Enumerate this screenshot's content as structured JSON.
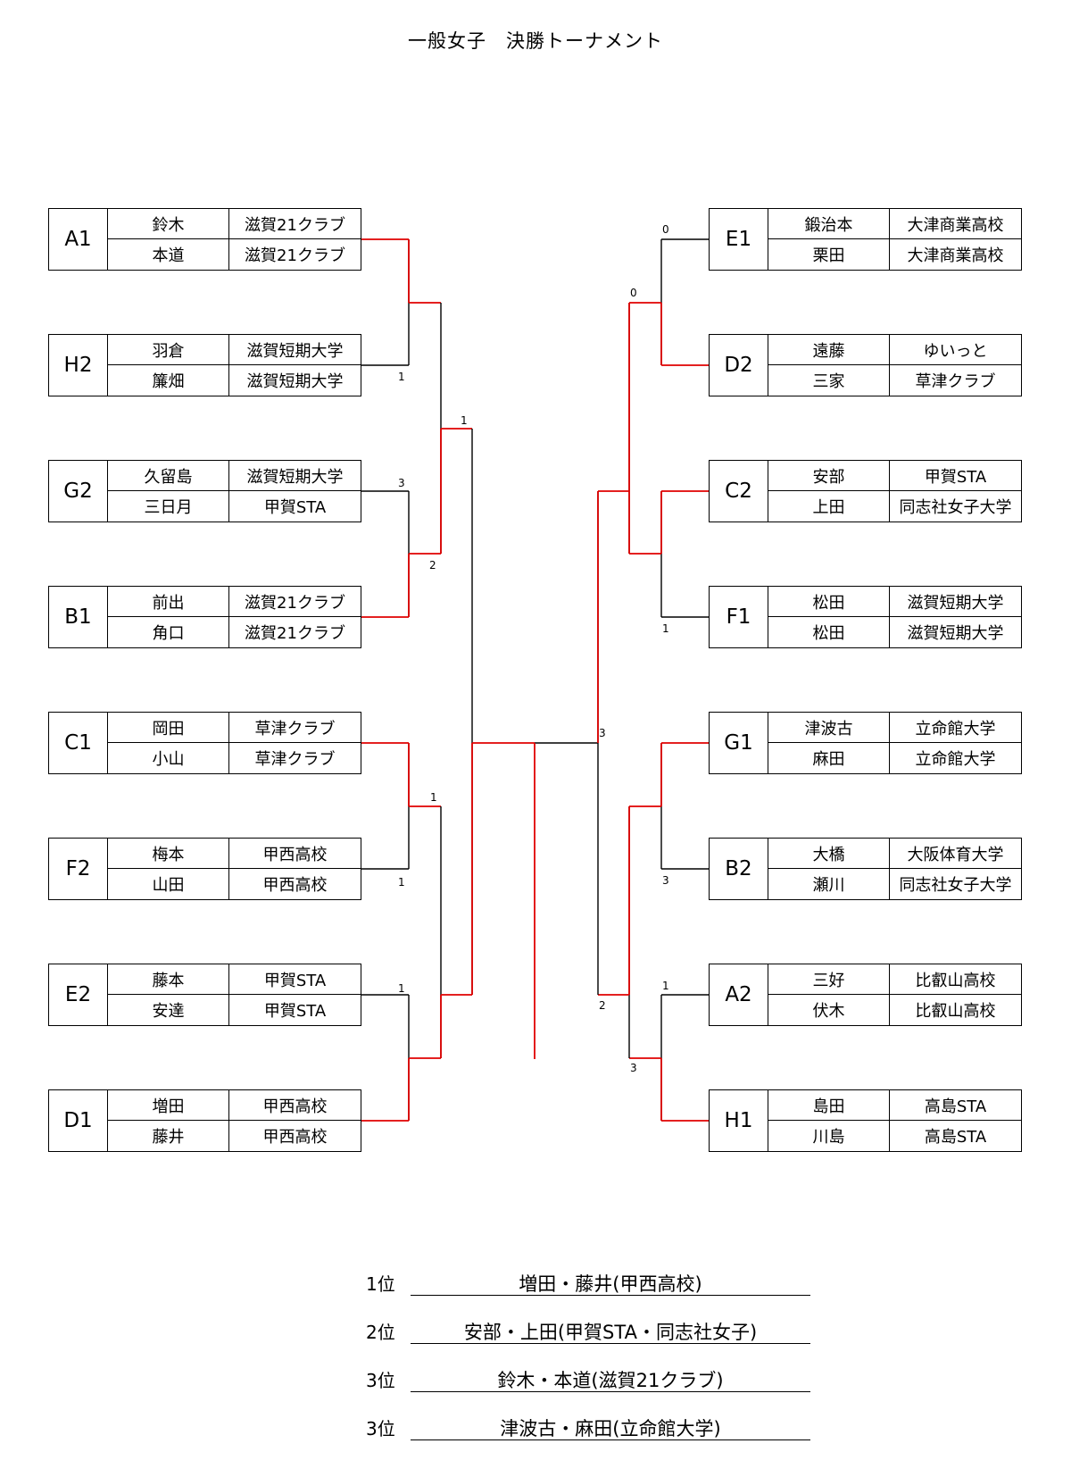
{
  "title": "一般女子　決勝トーナメント",
  "teams": {
    "A1": {
      "seed": "A1",
      "players": [
        "鈴木",
        "本道"
      ],
      "clubs": [
        "滋賀21クラブ",
        "滋賀21クラブ"
      ]
    },
    "H2": {
      "seed": "H2",
      "players": [
        "羽倉",
        "簾畑"
      ],
      "clubs": [
        "滋賀短期大学",
        "滋賀短期大学"
      ]
    },
    "G2": {
      "seed": "G2",
      "players": [
        "久留島",
        "三日月"
      ],
      "clubs": [
        "滋賀短期大学",
        "甲賀STA"
      ]
    },
    "B1": {
      "seed": "B1",
      "players": [
        "前出",
        "角口"
      ],
      "clubs": [
        "滋賀21クラブ",
        "滋賀21クラブ"
      ]
    },
    "C1": {
      "seed": "C1",
      "players": [
        "岡田",
        "小山"
      ],
      "clubs": [
        "草津クラブ",
        "草津クラブ"
      ]
    },
    "F2": {
      "seed": "F2",
      "players": [
        "梅本",
        "山田"
      ],
      "clubs": [
        "甲西高校",
        "甲西高校"
      ]
    },
    "E2": {
      "seed": "E2",
      "players": [
        "藤本",
        "安達"
      ],
      "clubs": [
        "甲賀STA",
        "甲賀STA"
      ]
    },
    "D1": {
      "seed": "D1",
      "players": [
        "増田",
        "藤井"
      ],
      "clubs": [
        "甲西高校",
        "甲西高校"
      ]
    },
    "E1": {
      "seed": "E1",
      "players": [
        "鍛治本",
        "栗田"
      ],
      "clubs": [
        "大津商業高校",
        "大津商業高校"
      ]
    },
    "D2": {
      "seed": "D2",
      "players": [
        "遠藤",
        "三家"
      ],
      "clubs": [
        "ゆいっと",
        "草津クラブ"
      ]
    },
    "C2": {
      "seed": "C2",
      "players": [
        "安部",
        "上田"
      ],
      "clubs": [
        "甲賀STA",
        "同志社女子大学"
      ]
    },
    "F1": {
      "seed": "F1",
      "players": [
        "松田",
        "松田"
      ],
      "clubs": [
        "滋賀短期大学",
        "滋賀短期大学"
      ]
    },
    "G1": {
      "seed": "G1",
      "players": [
        "津波古",
        "麻田"
      ],
      "clubs": [
        "立命館大学",
        "立命館大学"
      ]
    },
    "B2": {
      "seed": "B2",
      "players": [
        "大橋",
        "瀬川"
      ],
      "clubs": [
        "大阪体育大学",
        "同志社女子大学"
      ]
    },
    "A2": {
      "seed": "A2",
      "players": [
        "三好",
        "伏木"
      ],
      "clubs": [
        "比叡山高校",
        "比叡山高校"
      ]
    },
    "H1": {
      "seed": "H1",
      "players": [
        "島田",
        "川島"
      ],
      "clubs": [
        "高島STA",
        "高島STA"
      ]
    }
  },
  "scores": {
    "h2_r1": "1",
    "g2_r1": "3",
    "b1g2_r2": "2",
    "left_top_sf": "1",
    "c1_r2": "1",
    "f2_r1": "1",
    "e2_r1": "1",
    "e1_r1": "0",
    "e1d2_r2": "0",
    "f1_r1": "1",
    "final_right": "3",
    "b2_r1": "3",
    "a2h1_r2": "2",
    "a2_r1": "1",
    "h1_r2": "3"
  },
  "results": [
    {
      "rank": "1位",
      "team": "増田・藤井(甲西高校)"
    },
    {
      "rank": "2位",
      "team": "安部・上田(甲賀STA・同志社女子)"
    },
    {
      "rank": "3位",
      "team": "鈴木・本道(滋賀21クラブ)"
    },
    {
      "rank": "3位",
      "team": "津波古・麻田(立命館大学)"
    }
  ],
  "colors": {
    "winner_line": "#e00000",
    "line": "#000000"
  }
}
